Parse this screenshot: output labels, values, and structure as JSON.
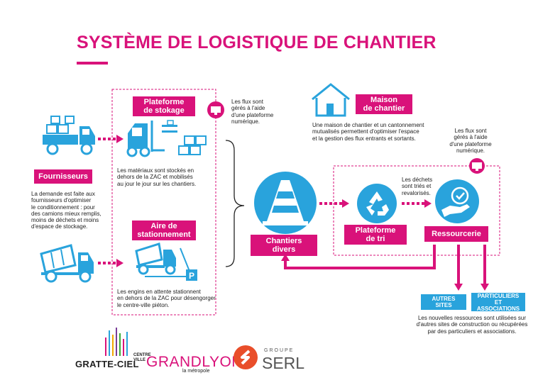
{
  "title": "SYSTÈME DE LOGISTIQUE DE CHANTIER",
  "labels": {
    "plateforme_stokage": "Plateforme\nde stokage",
    "fournisseurs": "Fournisseurs",
    "aire_stationnement": "Aire de\nstationnement",
    "maison_chantier": "Maison\nde chantier",
    "chantiers_divers": "Chantiers\ndivers",
    "plateforme_tri": "Plateforme\nde tri",
    "ressourcerie": "Ressourcerie",
    "autres_sites": "AUTRES SITES",
    "particuliers": "PARTICULIERS\nET ASSOCIATIONS"
  },
  "texts": {
    "flux_stokage": "Les flux sont\ngérés à l'aide\nd'une plateforme\nnumérique.",
    "materiaux": "Les matériaux sont stockés en\ndehors de la ZAC et mobilisés\nau jour le jour sur les chantiers.",
    "fournisseurs_desc": "La demande est faite aux\nfournisseurs d'optimiser\nle conditionnement : pour\ndes camions mieux remplis,\nmoins de déchets et moins\nd'espace de stockage.",
    "engins": "Les engins en attente stationnent\nen dehors de la ZAC pour désengorger\nle centre-ville piéton.",
    "maison_desc": "Une maison de chantier et un cantonnement\nmutualisés permettent d'optimiser l'espace\net la gestion des flux entrants et sortants.",
    "flux_ressourcerie": "Les flux sont\ngérés à l'aide\nd'une plateforme\nnumérique.",
    "dechets": "Les déchets\nsont triés et\nrevalorisés.",
    "nouvelles_ressources": "Les nouvelles ressources sont utilisées sur\nd'autres sites de construction ou récupérées\npar des particuliers et associations."
  },
  "logos": {
    "gratte_ciel": "GRATTE-CIEL",
    "gratte_ciel_sub": "CENTRE\nVILLE",
    "grand": "GRAND",
    "lyon": "LYON",
    "metropole": "la métropole",
    "groupe": "GROUPE",
    "serl": "SERL"
  },
  "parking_letter": "P",
  "colors": {
    "magenta": "#d9127a",
    "blue": "#29a3dc",
    "dark": "#222222"
  }
}
